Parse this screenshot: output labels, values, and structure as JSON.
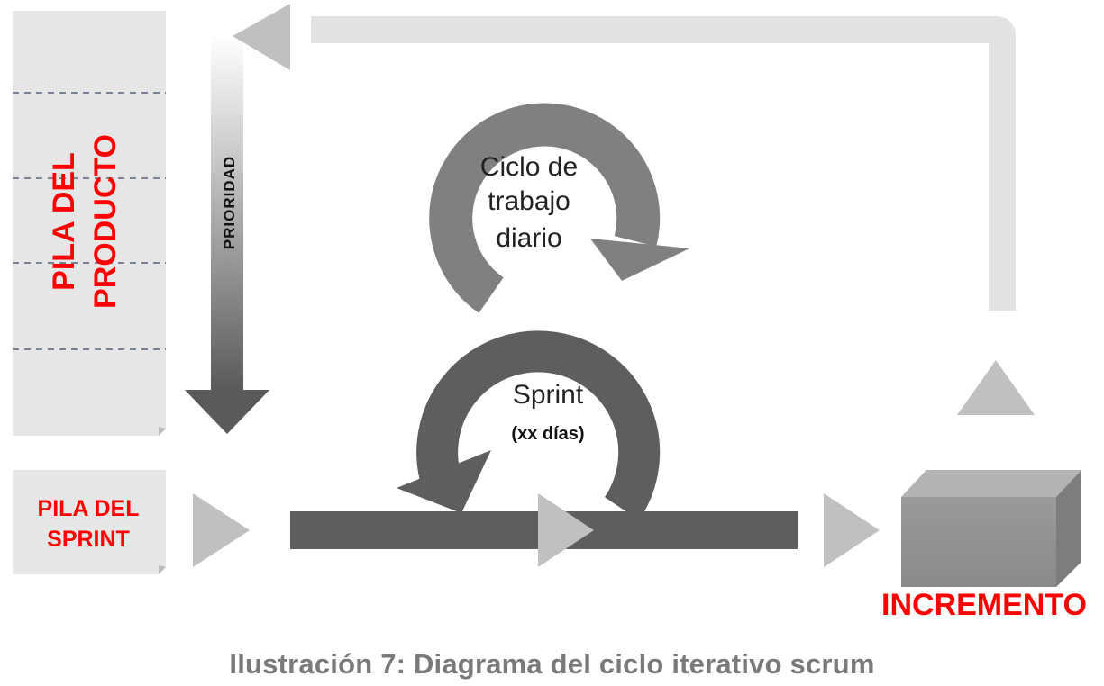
{
  "product_backlog": {
    "line1": "PILA  DEL",
    "line2": "PRODUCTO"
  },
  "priority_label": "PRIORIDAD",
  "sprint_backlog": {
    "line1": "PILA  DEL",
    "line2": "SPRINT"
  },
  "daily_cycle": {
    "line1": "Ciclo de",
    "line2": "trabajo",
    "line3": "diario"
  },
  "sprint": {
    "label": "Sprint",
    "duration": "(xx días)"
  },
  "increment_label": "INCREMENTO",
  "caption": "Ilustración 7: Diagrama del ciclo iterativo scrum",
  "colors": {
    "accent_red": "#ff0000",
    "panel_fill": "#e6e6e6",
    "light_arrow": "#e2e2e2",
    "mid_arrow": "#c0c0c0",
    "dark_loop": "#5e5e5e",
    "upper_loop": "#808080",
    "caption": "#7a7a7a"
  }
}
